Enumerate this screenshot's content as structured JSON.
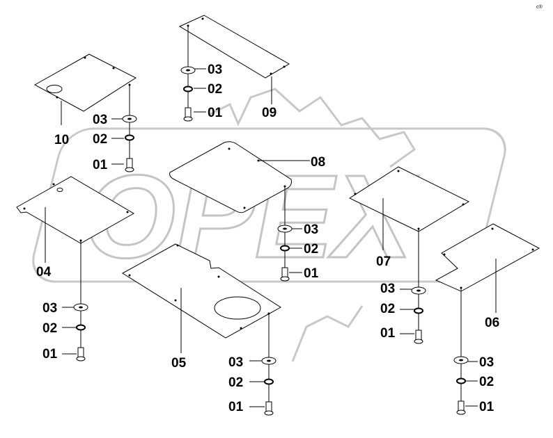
{
  "watermark": {
    "text": "OPEX"
  },
  "corner_mark": "c®",
  "labels": {
    "p01": "01",
    "p02": "02",
    "p03": "03",
    "p04": "04",
    "p05": "05",
    "p06": "06",
    "p07": "07",
    "p08": "08",
    "p09": "09",
    "p10": "10"
  }
}
